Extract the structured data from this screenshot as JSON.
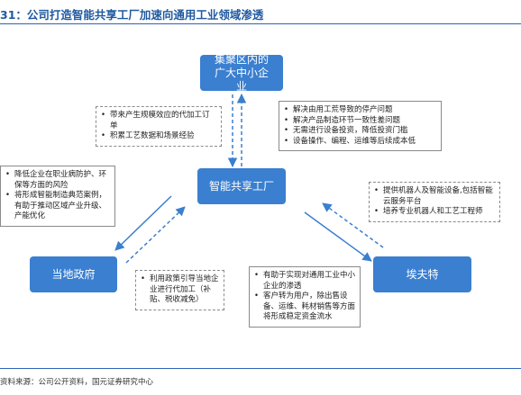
{
  "title": "31：公司打造智能共享工厂加速向通用工业领域渗透",
  "nodes": {
    "top": "集聚区内的广大中小企业",
    "center": "智能共享工厂",
    "left": "当地政府",
    "right": "埃夫特"
  },
  "notes": {
    "top_left": [
      "带来产生规模效应的代加工订单",
      "积累工艺数据和场景经验"
    ],
    "top_right": [
      "解决由用工荒导致的停产问题",
      "解决产品制造环节一致性差问题",
      "无需进行设备投资，降低投资门槛",
      "设备操作、编程、运维等后续成本低"
    ],
    "left": [
      "降低企业在职业病防护、环保等方面的风险",
      "将形成智能制造典范案例，有助于推动区域产业升级、产能优化"
    ],
    "right": [
      "提供机器人及智能设备,包括智能云服务平台",
      "培养专业机器人和工艺工程师"
    ],
    "bottom_left": [
      "利用政策引导当地企业进行代加工（补贴、税收减免）"
    ],
    "bottom_right": [
      "有助于实现对通用工业中小企业的渗透",
      "客户转为用户，除出售设备、运维、耗材销售等方面将形成稳定资金流水"
    ]
  },
  "source": "资料来源：公司公开资料，国元证券研究中心",
  "colors": {
    "box": "#3a7fd0",
    "accent": "#1f5aa0",
    "arrow": "#3a7fd0"
  }
}
